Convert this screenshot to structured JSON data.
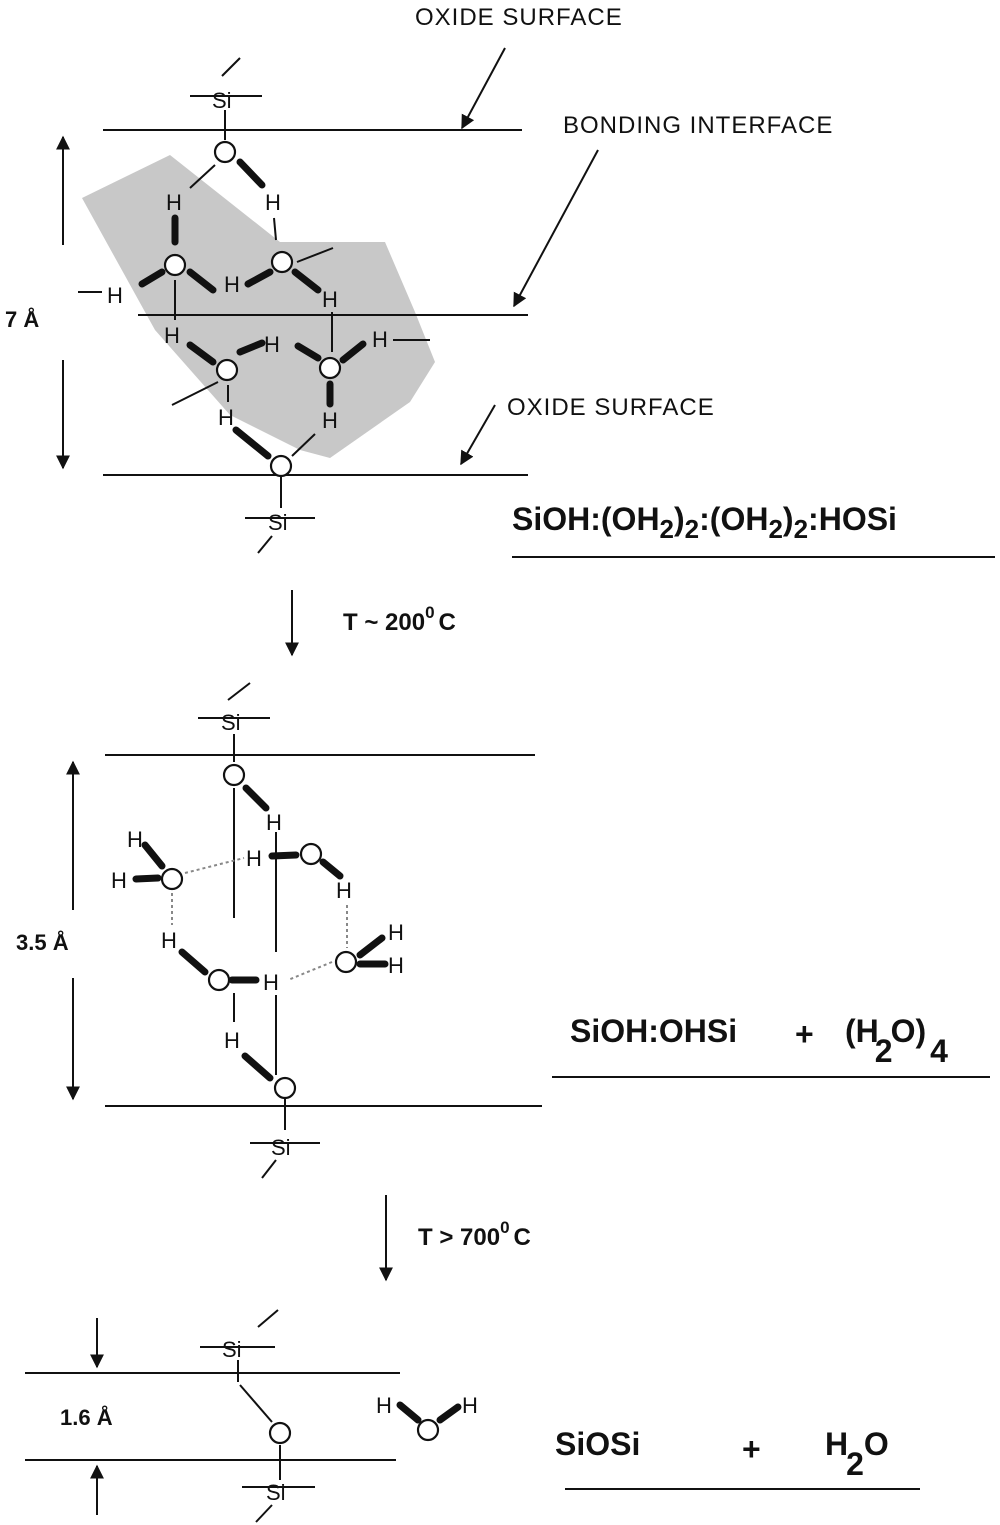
{
  "labels": {
    "oxide_surface_top": "OXIDE  SURFACE",
    "bonding_interface": "BONDING  INTERFACE",
    "oxide_surface_bottom": "OXIDE  SURFACE"
  },
  "atoms": {
    "si": "Si",
    "o": "O",
    "h": "H"
  },
  "stage1": {
    "distance": "7  Å",
    "formula_parts": [
      "SiOH:(OH",
      "2",
      ")",
      "2",
      ":(OH",
      "2",
      ")",
      "2",
      ":HOSi"
    ]
  },
  "step1": {
    "condition": "T ~ 200",
    "degree": "0",
    "unit": "C"
  },
  "stage2": {
    "distance": "3.5  Å",
    "formula_main": "SiOH:OHSi",
    "plus": "+",
    "water_open": "(H",
    "water_sub": "2",
    "water_close": "O)",
    "water_count": "4"
  },
  "step2": {
    "condition": "T > 700",
    "degree": "0",
    "unit": "C"
  },
  "stage3": {
    "distance": "1.6  Å",
    "formula_main": "SiOSi",
    "plus": "+",
    "water_h": "H",
    "water_sub": "2",
    "water_o": "O"
  },
  "colors": {
    "ink": "#111111",
    "shaded_region": "#c8c8c8",
    "background": "#ffffff"
  }
}
